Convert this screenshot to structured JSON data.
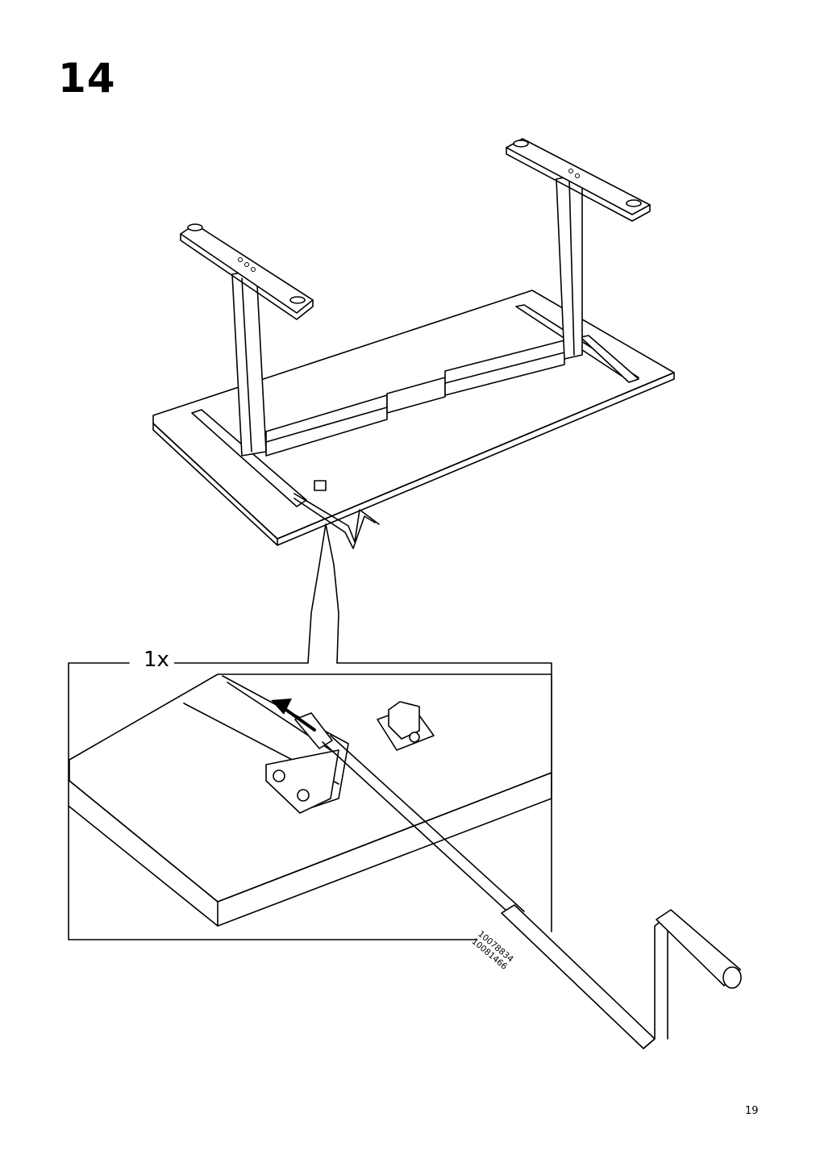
{
  "step": {
    "number": "14"
  },
  "detail": {
    "quantity": "1x"
  },
  "part": {
    "codes": [
      "10078834",
      "10081466"
    ]
  },
  "page": {
    "number": "19"
  },
  "icons": [
    "table-assembly-illustration",
    "crank-handle-detail-illustration",
    "insertion-arrow-icon"
  ]
}
